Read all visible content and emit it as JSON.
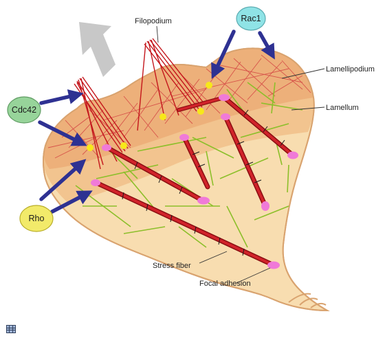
{
  "labels": {
    "filopodium": "Filopodium",
    "lamellipodium": "Lamellipodium",
    "lamellum": "Lamellum",
    "stress_fiber": "Stress fiber",
    "focal_adhesion": "Focal adhesion"
  },
  "signals": {
    "rac1": "Rac1",
    "cdc42": "Cdc42",
    "rho": "Rho"
  },
  "colors": {
    "rac1": "#8fe3e6",
    "cdc42": "#97d49a",
    "rho": "#f2ea6a",
    "cell_body": "#f8ddb0",
    "lamellum": "#f2c48f",
    "lamellipodium": "#edb07a",
    "actin": "#c4161c",
    "microtubule": "#8cbf2a",
    "focal_adhesion": "#f07ad8",
    "signal_arrow": "#2e3192",
    "migration_arrow": "#c4c4c4"
  },
  "icons": {
    "migration": "migration-direction-arrow",
    "corner": "grid-icon"
  }
}
